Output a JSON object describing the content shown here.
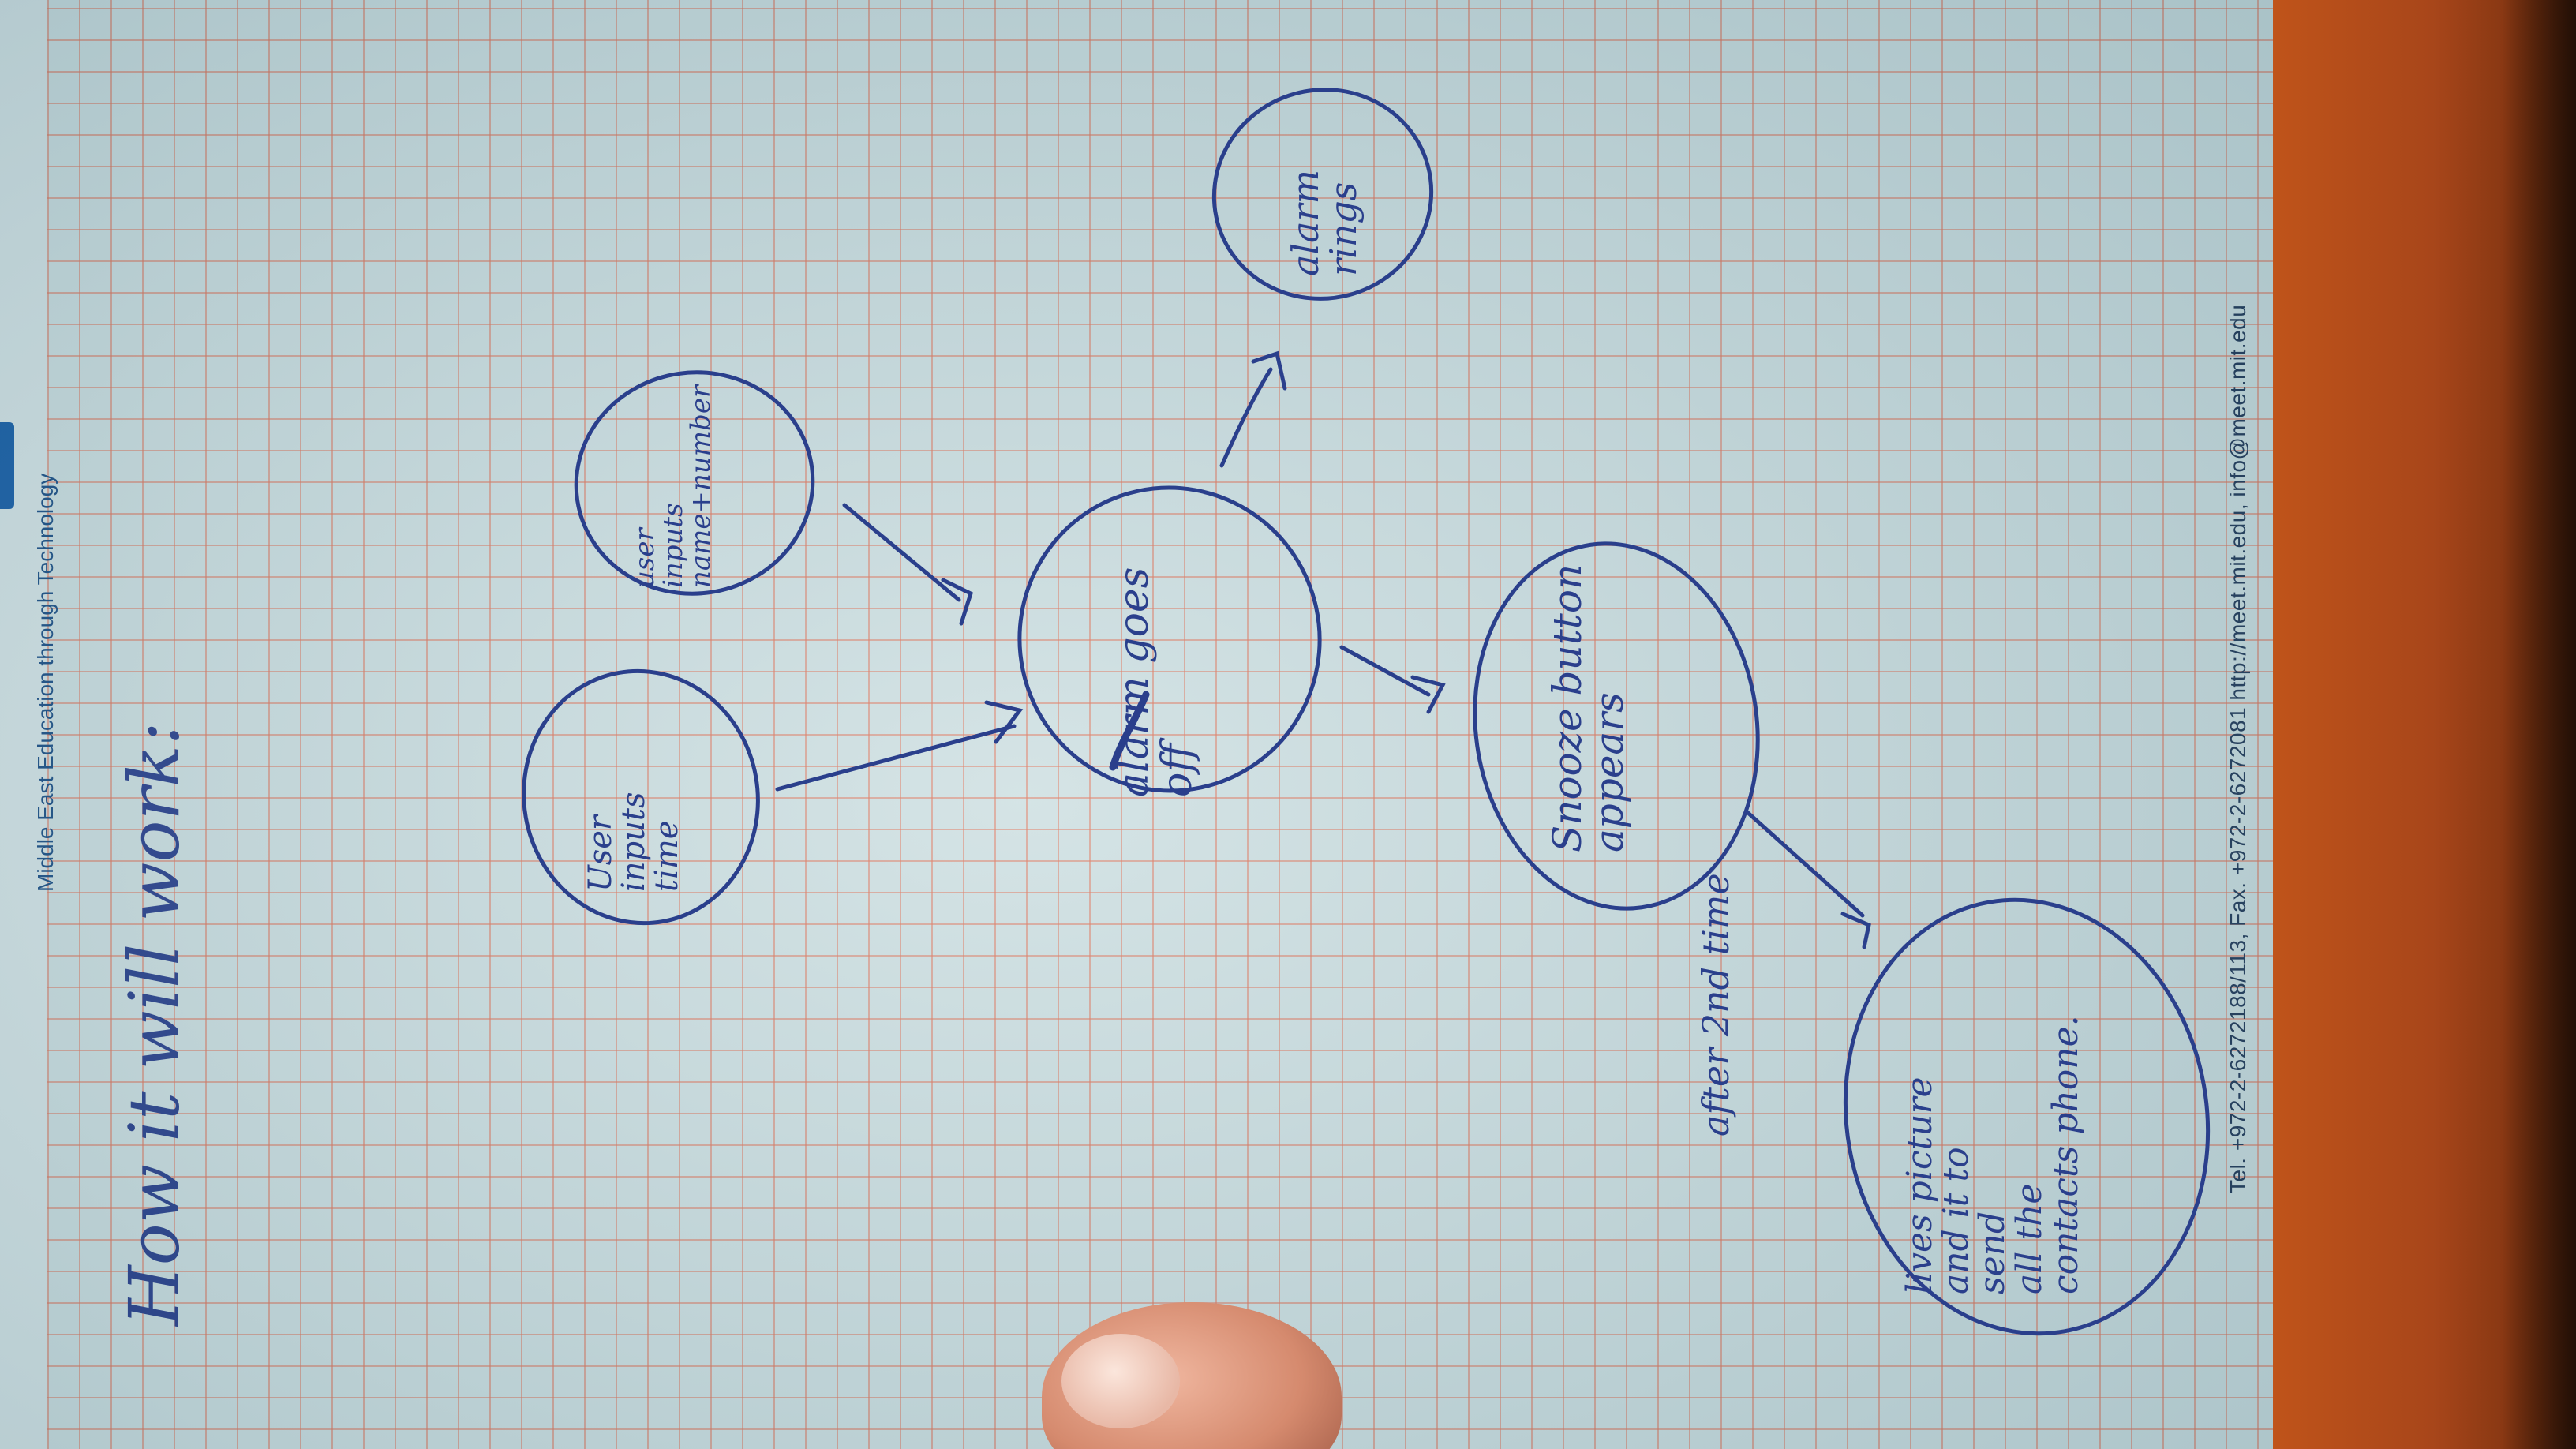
{
  "header": {
    "org_name": "Middle East Education through Technology"
  },
  "title": "How it will work:",
  "diagram": {
    "node_user": {
      "lines": [
        "User",
        "inputs",
        "time"
      ]
    },
    "node_user2": {
      "lines": [
        "user",
        "inputs",
        "name+number"
      ]
    },
    "node_center": {
      "lines": [
        "alarm goes",
        "off"
      ]
    },
    "node_alarm": {
      "lines": [
        "alarm",
        "rings"
      ]
    },
    "node_snooze": {
      "lines": [
        "Snooze button",
        "appears"
      ]
    },
    "node_final": {
      "lines": [
        "lives picture",
        "and it to",
        "send",
        "all the",
        "contacts phone."
      ]
    },
    "edge_label": "after 2nd time"
  },
  "footer": {
    "contact": "Tel. +972-2-6272188/113, Fax. +972-2-6272081 http://meet.mit.edu, info@meet.mit.edu"
  },
  "colors": {
    "ink": "#2a3f8c",
    "grid": "#e1785f",
    "paper": "#cfe0e2",
    "desk": "#c2551a"
  }
}
